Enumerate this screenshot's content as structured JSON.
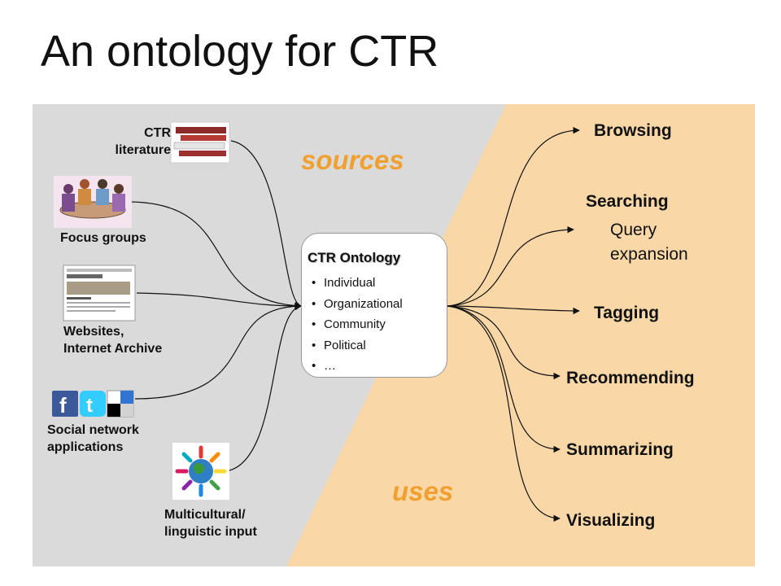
{
  "title": "An ontology for CTR",
  "sources_label": "sources",
  "uses_label": "uses",
  "colors": {
    "left_bg": "#dadada",
    "right_bg": "#f9d7a6",
    "accent": "#f0a030"
  },
  "sources": [
    {
      "label_lines": [
        "CTR",
        "literature"
      ],
      "icon": "books-icon"
    },
    {
      "label_lines": [
        "Focus groups"
      ],
      "icon": "focus-group-icon"
    },
    {
      "label_lines": [
        "Websites,",
        "Internet Archive"
      ],
      "icon": "webpage-thumbnail-icon"
    },
    {
      "label_lines": [
        "Social network",
        "applications"
      ],
      "icon": "social-network-icons"
    },
    {
      "label_lines": [
        "Multicultural/",
        "linguistic input"
      ],
      "icon": "globe-people-icon"
    }
  ],
  "ontology": {
    "title": "CTR Ontology",
    "items": [
      "Individual",
      "Organizational",
      "Community",
      "Political",
      "…"
    ]
  },
  "uses": [
    {
      "label": "Browsing"
    },
    {
      "label": "Searching",
      "sub": [
        "Query",
        "expansion"
      ]
    },
    {
      "label": "Tagging"
    },
    {
      "label": "Recommending"
    },
    {
      "label": "Summarizing"
    },
    {
      "label": "Visualizing"
    }
  ]
}
